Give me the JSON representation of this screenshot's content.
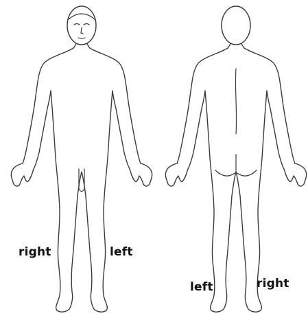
{
  "labels": {
    "front_right": "right",
    "front_left": "left",
    "back_left": "left",
    "back_right": "right"
  },
  "colors": {
    "outline": "#3a3a3a",
    "background": "#ffffff",
    "text": "#111111"
  }
}
